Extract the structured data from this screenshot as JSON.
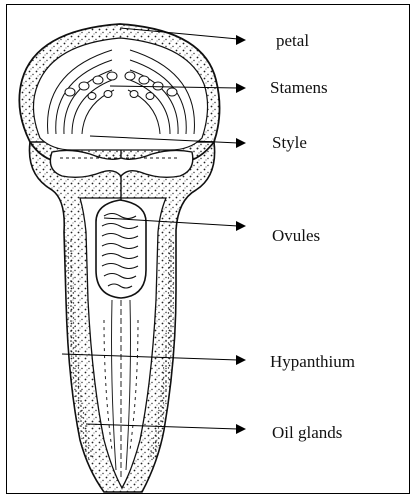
{
  "diagram": {
    "labels": {
      "petal": "petal",
      "stamens": "Stamens",
      "style": "Style",
      "ovules": "Ovules",
      "hypanthium": "Hypanthium",
      "oil_glands": "Oil glands"
    },
    "colors": {
      "ink": "#111111",
      "background": "#ffffff"
    }
  }
}
